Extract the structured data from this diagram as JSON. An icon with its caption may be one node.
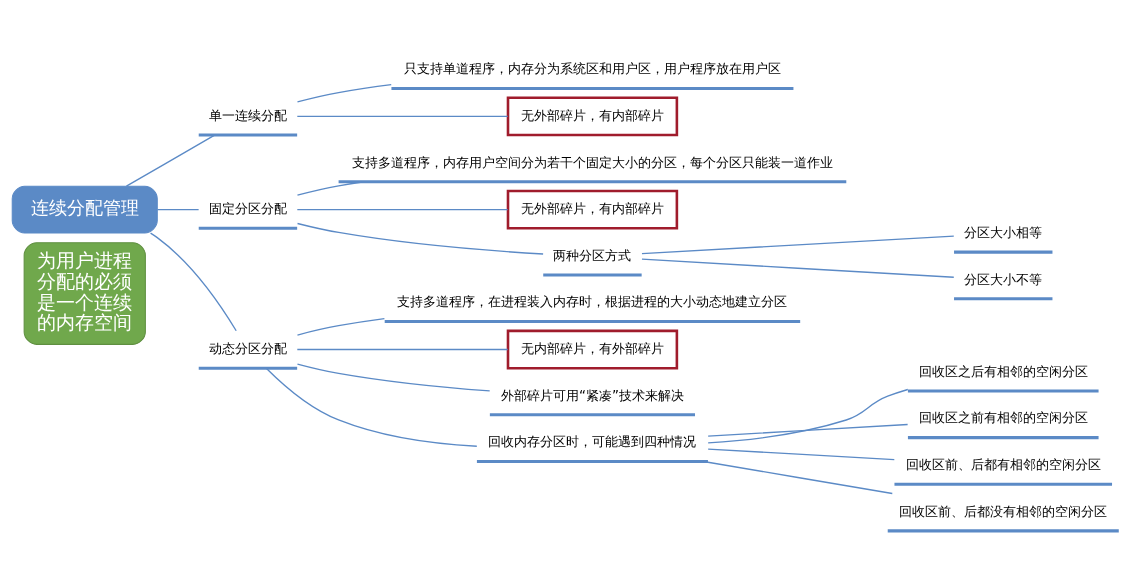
{
  "diagram": {
    "nodes": [
      {
        "text": [
          "连续分配管理"
        ]
      },
      {
        "text": [
          "为用户进程分配的必须是一个连续的内存空间"
        ]
      },
      {
        "text": [
          "单一连续分配"
        ]
      },
      {
        "text": [
          "只支持单道程序，内存分为系统区和用户区，用户程序放在用户区"
        ]
      },
      {
        "text": [
          "无外部碎片，有内部碎片"
        ]
      },
      {
        "text": [
          "固定分区分配"
        ]
      },
      {
        "text": [
          "支持多道程序，内存用户空间分为若干个固定大小的分区，每个分区只能装一道作业"
        ]
      },
      {
        "text": [
          "无外部碎片，有内部碎片"
        ]
      },
      {
        "text": [
          "两种分区方式"
        ]
      },
      {
        "text": [
          "分区大小相等"
        ]
      },
      {
        "text": [
          "分区大小不等"
        ]
      },
      {
        "text": [
          "动态分区分配"
        ]
      },
      {
        "text": [
          "支持多道程序，在进程装入内存时，根据进程的大小动态地建立分区"
        ]
      },
      {
        "text": [
          "无内部碎片，有外部碎片"
        ]
      },
      {
        "text": [
          "外部碎片可用“紧凑”技术来解决"
        ]
      },
      {
        "text": [
          "回收内存分区时，可能遇到四种情况"
        ]
      },
      {
        "text": [
          "回收区之后有相邻的空闲分区"
        ]
      },
      {
        "text": [
          "回收区之前有相邻的空闲分区"
        ]
      },
      {
        "text": [
          "回收区前、后都有相邻的空闲分区"
        ]
      },
      {
        "text": [
          "回收区前、后都没有相邻的空闲分区"
        ]
      }
    ],
    "edges": [
      {
        "from": 0,
        "to": 2,
        "arrow": "none"
      },
      {
        "from": 0,
        "to": 5,
        "arrow": "none"
      },
      {
        "from": 0,
        "to": 11,
        "arrow": "none"
      },
      {
        "from": 2,
        "to": 3,
        "arrow": "none"
      },
      {
        "from": 2,
        "to": 4,
        "arrow": "none"
      },
      {
        "from": 5,
        "to": 6,
        "arrow": "none"
      },
      {
        "from": 5,
        "to": 7,
        "arrow": "none"
      },
      {
        "from": 5,
        "to": 8,
        "arrow": "none"
      },
      {
        "from": 8,
        "to": 9,
        "arrow": "none"
      },
      {
        "from": 8,
        "to": 10,
        "arrow": "none"
      },
      {
        "from": 11,
        "to": 12,
        "arrow": "none"
      },
      {
        "from": 11,
        "to": 13,
        "arrow": "none"
      },
      {
        "from": 11,
        "to": 14,
        "arrow": "none"
      },
      {
        "from": 11,
        "to": 15,
        "arrow": "none"
      },
      {
        "from": 15,
        "to": 16,
        "arrow": "none"
      },
      {
        "from": 15,
        "to": 17,
        "arrow": "none"
      },
      {
        "from": 15,
        "to": 18,
        "arrow": "none"
      },
      {
        "from": 15,
        "to": 19,
        "arrow": "none"
      }
    ]
  }
}
